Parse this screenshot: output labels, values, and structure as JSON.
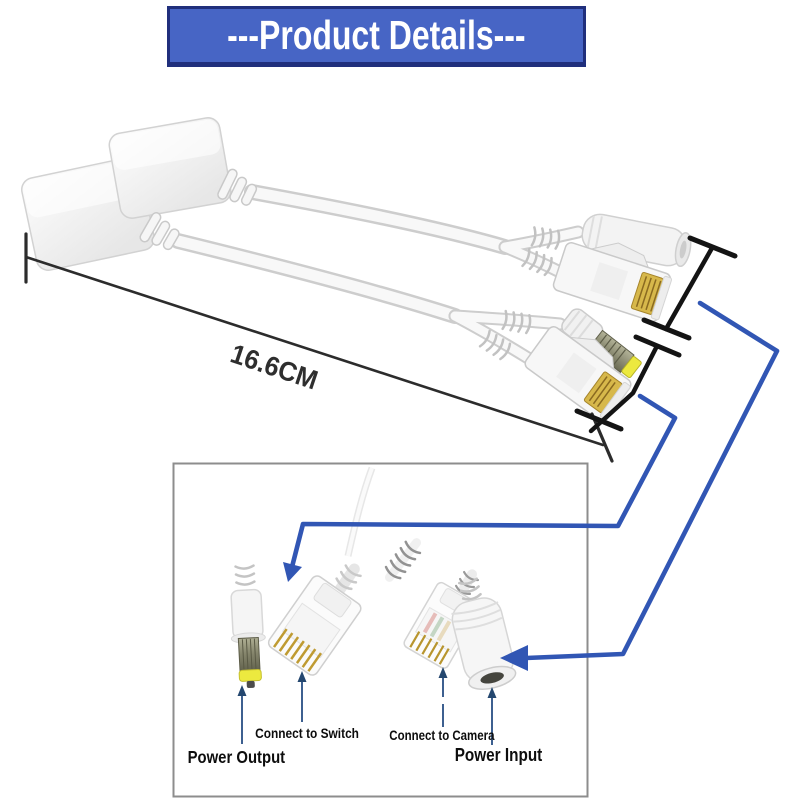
{
  "banner": {
    "label": "---Product Details---",
    "bg": "#4765c5",
    "border": "#202f7c",
    "text_color": "#ffffff"
  },
  "measurement": {
    "label": "16.6CM"
  },
  "callouts": {
    "power_output": "Power Output",
    "connect_to_switch": "Connect to Switch",
    "connect_to_camera": "Connect to Camera",
    "power_input": "Power Input"
  },
  "colors": {
    "callout_line_blue": "#3156b4",
    "bracket_black": "#141414",
    "measure_line": "#2c2c2c",
    "label_pointer_navy": "#3d6090",
    "box_border_gray": "#8d8d8d",
    "dc_tip_yellow": "#ece93f",
    "rj45_gold": "#bf9b32",
    "barrel_metal": "#82826a"
  }
}
